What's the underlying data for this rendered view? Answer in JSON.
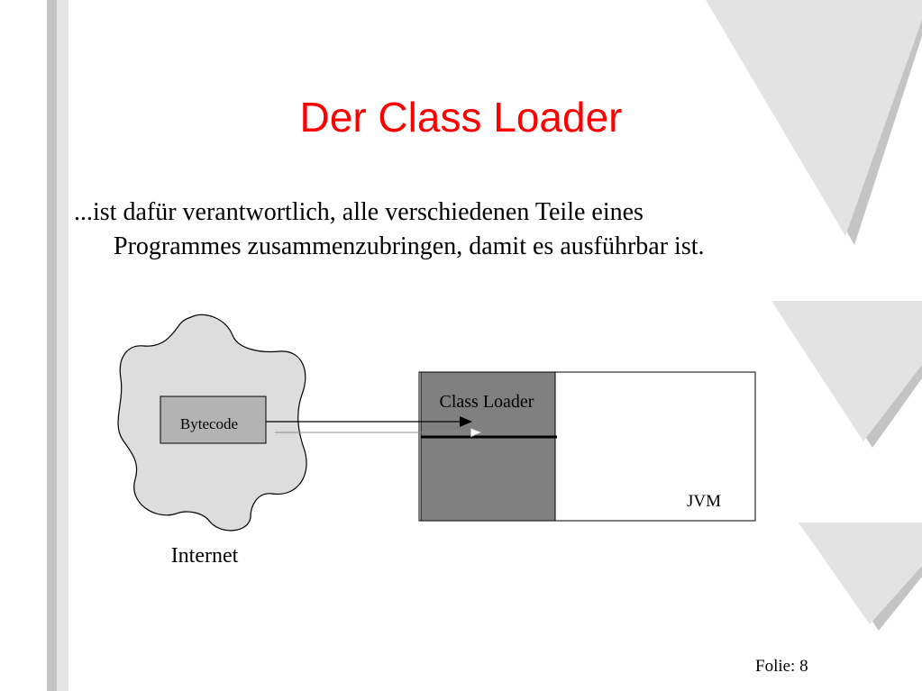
{
  "slide": {
    "title": "Der Class Loader",
    "body_lines": [
      "...ist dafür verantwortlich, alle verschiedenen Teile eines",
      "Programmes zusammenzubringen, damit es ausführbar ist."
    ],
    "footer": "Folie: 8"
  },
  "diagram": {
    "bytecode_label": "Bytecode",
    "internet_label": "Internet",
    "class_loader_label": "Class Loader",
    "jvm_label": "JVM"
  },
  "colors": {
    "title": "#ff0000",
    "cloud_fill": "#dddddd",
    "bytecode_fill": "#b3b3b3",
    "class_loader_fill": "#808080",
    "decor_gray": "#c0c0c0"
  }
}
